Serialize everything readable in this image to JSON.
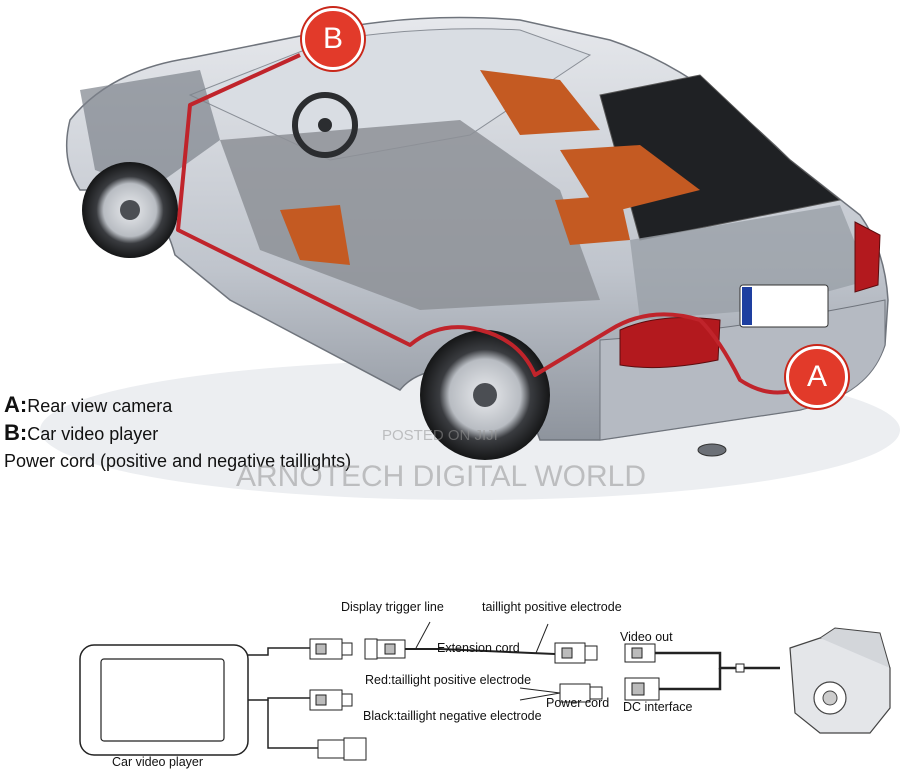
{
  "markers": {
    "a": "A",
    "b": "B"
  },
  "legend": {
    "a_key": "A:",
    "a_text": "Rear view camera",
    "b_key": "B:",
    "b_text": "Car video player",
    "power": "Power cord (positive and negative taillights)"
  },
  "watermark": {
    "posted": "POSTED ON JIJI",
    "brand": "ARNOTECH DIGITAL WORLD"
  },
  "wiring": {
    "display_trigger": "Display trigger line",
    "taillight_positive_electrode": "taillight positive electrode",
    "extension_cord": "Extension cord",
    "video_out": "Video out",
    "red_label": "Red:taillight positive electrode",
    "power_cord": "Power cord",
    "black_label": "Black:taillight negative electrode",
    "dc_interface": "DC interface",
    "car_video_player": "Car video player"
  },
  "colors": {
    "cable_red": "#c0242b",
    "marker_red": "#e23a2a",
    "car_body": "#c8ccd3",
    "seat_orange": "#c45a22"
  }
}
